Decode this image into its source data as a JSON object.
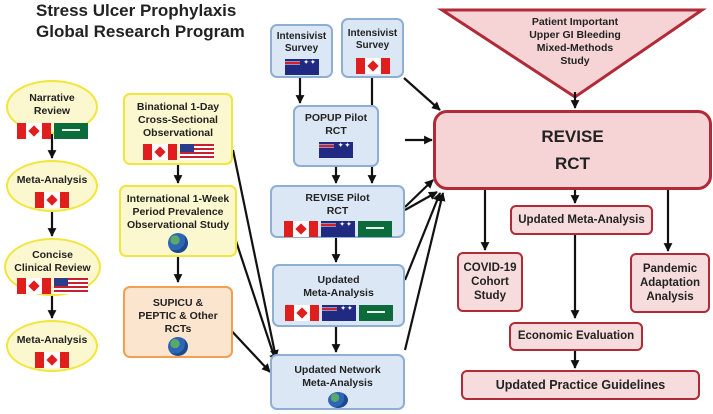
{
  "title": {
    "line1": "Stress Ulcer Prophylaxis",
    "line2": "Global Research Program"
  },
  "nodes": {
    "narrative_review": "Narrative\nReview",
    "meta_analysis_1": "Meta-Analysis",
    "concise_clinical_review": "Concise\nClinical Review",
    "meta_analysis_2": "Meta-Analysis",
    "binational_study": "Binational 1-Day\nCross-Sectional\nObservational",
    "international_study": "International 1-Week\nPeriod Prevalence\nObservational Study",
    "supicu_peptic": "SUPICU &\nPEPTIC & Other\nRCTs",
    "intensivist_survey_au": "Intensivist\nSurvey",
    "intensivist_survey_ca": "Intensivist\nSurvey",
    "popup_pilot": "POPUP Pilot\nRCT",
    "revise_pilot": "REVISE Pilot\nRCT",
    "updated_meta_blue": "Updated\nMeta-Analysis",
    "updated_network": "Updated Network\nMeta-Analysis",
    "patient_study": "Patient Important\nUpper GI Bleeding\nMixed-Methods\nStudy",
    "revise_rct": "REVISE\nRCT",
    "updated_meta_red": "Updated Meta-Analysis",
    "covid_cohort": "COVID-19\nCohort\nStudy",
    "pandemic_adaptation": "Pandemic\nAdaptation\nAnalysis",
    "economic_evaluation": "Economic Evaluation",
    "practice_guidelines": "Updated Practice Guidelines"
  },
  "colors": {
    "yellow_border": "#f0e63c",
    "yellow_fill": "#fbf7cf",
    "orange_border": "#f0a050",
    "orange_fill": "#fce5cf",
    "blue_border": "#8eaed4",
    "blue_fill": "#dbe7f5",
    "red_border": "#b02a37",
    "red_fill": "#f6d4d6"
  },
  "icons": {
    "globe": "globe-icon",
    "flags": [
      "canada-flag",
      "usa-flag",
      "australia-flag",
      "saudi-arabia-flag"
    ]
  }
}
